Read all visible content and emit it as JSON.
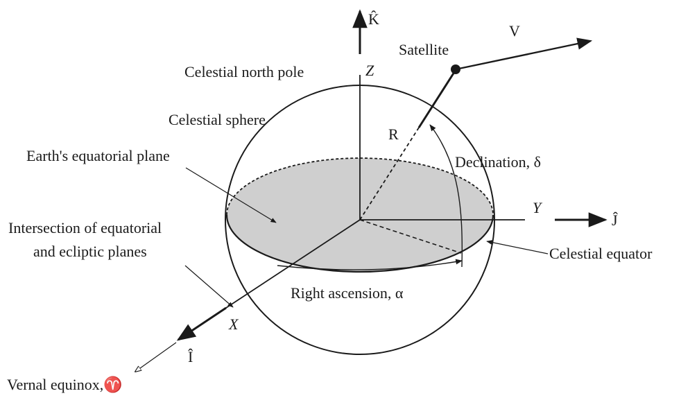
{
  "labels": {
    "k_hat": "K̂",
    "z": "Z",
    "satellite": "Satellite",
    "v": "V",
    "north_pole": "Celestial north pole",
    "sphere": "Celestial sphere",
    "r": "R",
    "eq_plane": "Earth's equatorial plane",
    "declination": "Declination, δ",
    "y": "Y",
    "j_hat": "Ĵ",
    "intersection_1": "Intersection of equatorial",
    "intersection_2": "and ecliptic planes",
    "celestial_equator": "Celestial equator",
    "right_ascension": "Right ascension, α",
    "x": "X",
    "i_hat": "Î",
    "vernal_equinox": "Vernal equinox,♈"
  },
  "colors": {
    "plane_fill": "#cfcfcf",
    "line": "#1a1a1a"
  }
}
